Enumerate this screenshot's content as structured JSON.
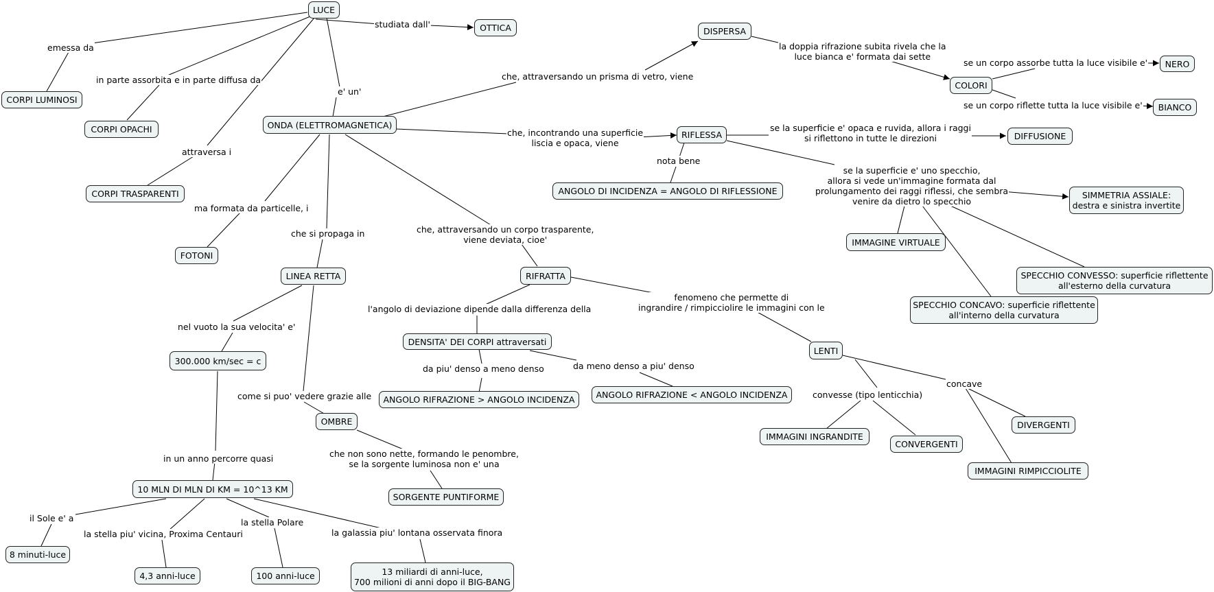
{
  "nodes": {
    "luce": "LUCE",
    "ottica": "OTTICA",
    "corpi_luminosi": "CORPI LUMINOSI",
    "corpi_opachi": "CORPI OPACHI",
    "corpi_trasparenti": "CORPI TRASPARENTI",
    "onda": "ONDA (ELETTROMAGNETICA)",
    "fotoni": "FOTONI",
    "linea_retta": "LINEA RETTA",
    "velocita": "300.000 km/sec = c",
    "dieci_mln": "10 MLN DI MLN DI KM = 10^13 KM",
    "otto_minuti": "8 minuti-luce",
    "quattro_anni": "4,3 anni-luce",
    "cento_anni": "100 anni-luce",
    "tredici_miliardi": "13 miliardi di anni-luce,\n700 milioni di anni dopo il BIG-BANG",
    "ombre": "OMBRE",
    "sorgente": "SORGENTE PUNTIFORME",
    "rifratta": "RIFRATTA",
    "densita": "DENSITA' DEI CORPI attraversati",
    "rifr_maggiore": "ANGOLO RIFRAZIONE > ANGOLO INCIDENZA",
    "rifr_minore": "ANGOLO RIFRAZIONE < ANGOLO INCIDENZA",
    "dispersa": "DISPERSA",
    "colori": "COLORI",
    "nero": "NERO",
    "bianco": "BIANCO",
    "riflessa": "RIFLESSA",
    "diffusione": "DIFFUSIONE",
    "angolo_incidenza": "ANGOLO DI INCIDENZA = ANGOLO DI RIFLESSIONE",
    "simmetria": "SIMMETRIA ASSIALE:\ndestra e sinistra invertite",
    "immagine_virtuale": "IMMAGINE VIRTUALE",
    "specchio_convesso": "SPECCHIO CONVESSO: superficie riflettente\nall'esterno della curvatura",
    "specchio_concavo": "SPECCHIO CONCAVO: superficie riflettente\nall'interno della curvatura",
    "lenti": "LENTI",
    "immagini_ingrandite": "IMMAGINI INGRANDITE",
    "convergenti": "CONVERGENTI",
    "divergenti": "DIVERGENTI",
    "immagini_rimpicciolite": "IMMAGINI RIMPICCIOLITE"
  },
  "links": {
    "studiata": "studiata dall'",
    "emessa": "emessa da",
    "assorbita": "in parte assorbita e in parte diffusa da",
    "attraversa": "attraversa i",
    "e_un": "e' un'",
    "particelle": "ma formata da particelle, i",
    "propaga": "che si propaga in",
    "vuoto": "nel vuoto la sua velocita' e'",
    "anno": "in un anno percorre quasi",
    "sole": "il Sole e' a",
    "proxima": "la stella piu' vicina, Proxima Centauri",
    "polare": "la stella Polare",
    "galassia": "la galassia piu' lontana osservata finora",
    "vedere": "come si puo' vedere grazie alle",
    "penombre": "che non sono nette, formando le penombre,\nse la sorgente luminosa non e' una",
    "trasparente": "che, attraversando un corpo trasparente,\nviene deviata, cioe'",
    "deviazione": "l'angolo di deviazione dipende dalla differenza della",
    "piu_meno": "da piu' denso a meno denso",
    "meno_piu": "da meno denso a piu' denso",
    "ingrandire": "fenomeno che permette di\ningrandire / rimpicciolire le immagini con le",
    "convesse": "convesse (tipo lenticchia)",
    "concave": "concave",
    "prisma": "che, attraversando un prisma di vetro, viene",
    "doppia": "la doppia rifrazione subita rivela che la\nluce bianca e' formata dai sette",
    "assorbe": "se un corpo assorbe tutta la luce visibile e'",
    "riflette": "se un corpo riflette tutta la luce visibile e'",
    "superficie": "che, incontrando una superficie\nliscia e opaca, viene",
    "opaca_ruvida": "se la superficie e' opaca e ruvida, allora i raggi\nsi riflettono in tutte le direzioni",
    "nota": "nota bene",
    "specchio": "se la superficie e' uno specchio,\nallora si vede un'immagine formata dal\nprolungamento dei raggi riflessi, che sembra\nvenire da dietro lo specchio"
  },
  "colors": {
    "node_fill": "#eef3f4",
    "line": "#000000"
  }
}
